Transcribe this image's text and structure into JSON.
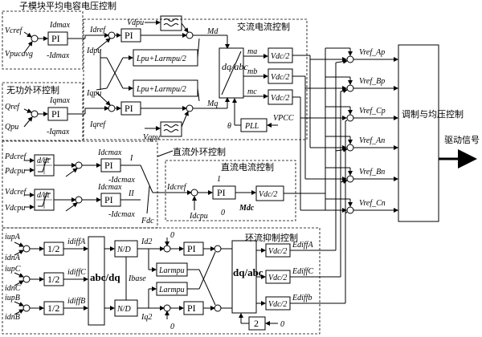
{
  "sections": {
    "submodule_avg": "子模块平均电容电压控制",
    "ac_current": "交流电流控制",
    "reactive_outer": "无功外环控制",
    "dc_outer": "直流外环控制",
    "dc_current": "直流电流控制",
    "circ_suppress": "环流抑制控制"
  },
  "blocks": {
    "pi": "PI",
    "dq_abc": "dq/abc",
    "abc_dq": "abc/dq",
    "pll": "PLL",
    "vdc_half": "Vdc/2",
    "half": "1/2",
    "two": "2",
    "nd": "N/D",
    "l_sum": "Lpu+Larmpu/2",
    "l_armpu": "Larmpu",
    "ddt": "d/dt",
    "modulation": "调制与均压控制",
    "drive": "驱动信号"
  },
  "signals": {
    "vcref": "Vcref",
    "vcavg": "Vpucavg",
    "idmax": "Idmax",
    "neg_idmax": "-Idmax",
    "idref": "Idref",
    "idpu": "Idpu",
    "iqpu": "Iqpu",
    "iqref": "Iqref",
    "vdpu": "Vdpu",
    "vqpu": "Vqpu",
    "md": "Md",
    "mq": "Mq",
    "ma": "ma",
    "mb": "mb",
    "mc": "mc",
    "vpcc": "VPCC",
    "theta": "θ",
    "qref": "Qref",
    "qpu": "Qpu",
    "iqmax": "Iqmax",
    "neg_iqmax": "-Iqmax",
    "pdcref": "Pdcref",
    "pdcpu": "Pdcpu",
    "vdcref": "Vdcref",
    "vdcpu": "Vdcpu",
    "idcmax": "Idcmax",
    "neg_idcmax": "-Idcmax",
    "idcref": "Idcref",
    "idcpu": "Idcpu",
    "mdc": "Mdc",
    "fdc": "Fdc",
    "sw_I": "I",
    "sw_II": "II",
    "one": "1",
    "zero": "0",
    "vref": [
      "Vref_Ap",
      "Vref_Bp",
      "Vref_Cp",
      "Vref_An",
      "Vref_Bn",
      "Vref_Cn"
    ],
    "iupA": "iupA",
    "idnA": "idnA",
    "iupC": "iupC",
    "idnC": "idnC",
    "iupB": "iupB",
    "idnB": "idnB",
    "idiffA": "idiffA",
    "idiffC": "idiffC",
    "idiffB": "idiffB",
    "id2": "Id2",
    "iq2": "Iq2",
    "ibase": "Ibase",
    "ediffA": "EdiffA",
    "ediffC": "EdiffC",
    "ediffb": "Ediffb"
  }
}
